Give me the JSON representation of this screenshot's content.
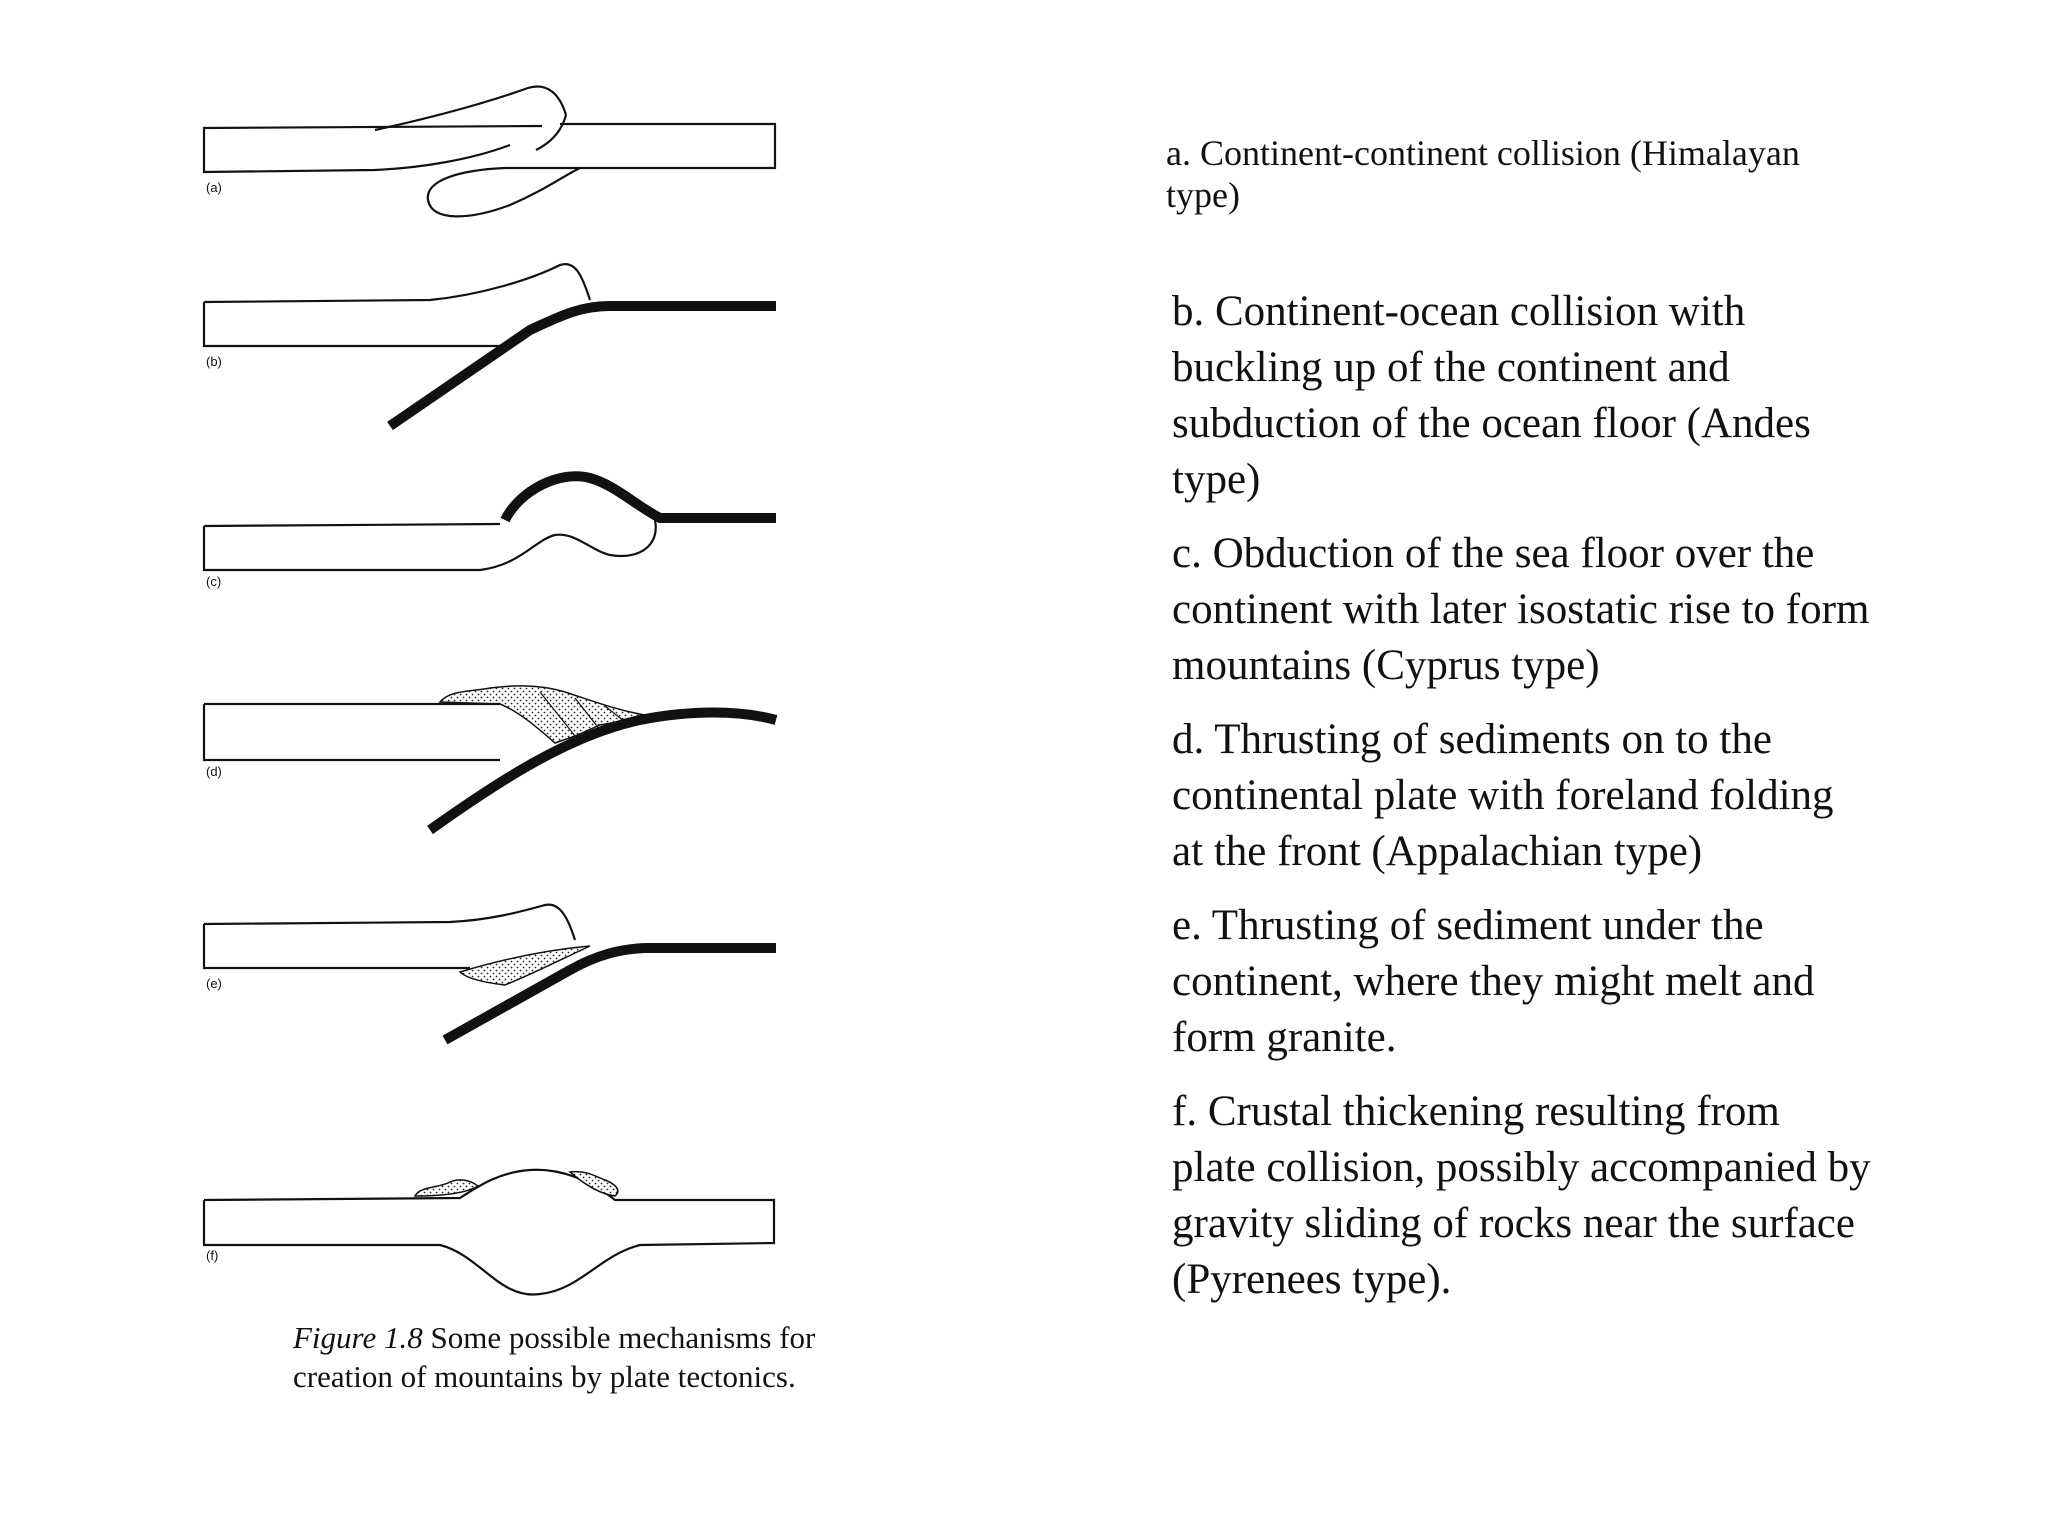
{
  "panels": [
    {
      "id": "a",
      "label": "(a)"
    },
    {
      "id": "b",
      "label": "(b)"
    },
    {
      "id": "c",
      "label": "(c)"
    },
    {
      "id": "d",
      "label": "(d)"
    },
    {
      "id": "e",
      "label": "(e)"
    },
    {
      "id": "f",
      "label": "(f)"
    }
  ],
  "caption": {
    "figure_ref": "Figure 1.8",
    "text": " Some possible mechanisms for creation of mountains by plate tectonics."
  },
  "descriptions": {
    "a": "a. Continent-continent collision (Himalayan type)",
    "b": "b. Continent-ocean collision with buckling up of the continent and subduction of the ocean floor (Andes type)",
    "c": "c. Obduction of the sea floor over the continent with later isostatic rise to form mountains (Cyprus type)",
    "d": "d. Thrusting of sediments on to the continental plate with foreland folding at the front (Appalachian type)",
    "e": "e. Thrusting of sediment under the continent, where they might melt and form granite.",
    "f": "f. Crustal thickening resulting from plate collision, possibly accompanied by gravity sliding of rocks near the surface (Pyrenees type)."
  },
  "colors": {
    "line": "#111111",
    "background": "#ffffff"
  }
}
